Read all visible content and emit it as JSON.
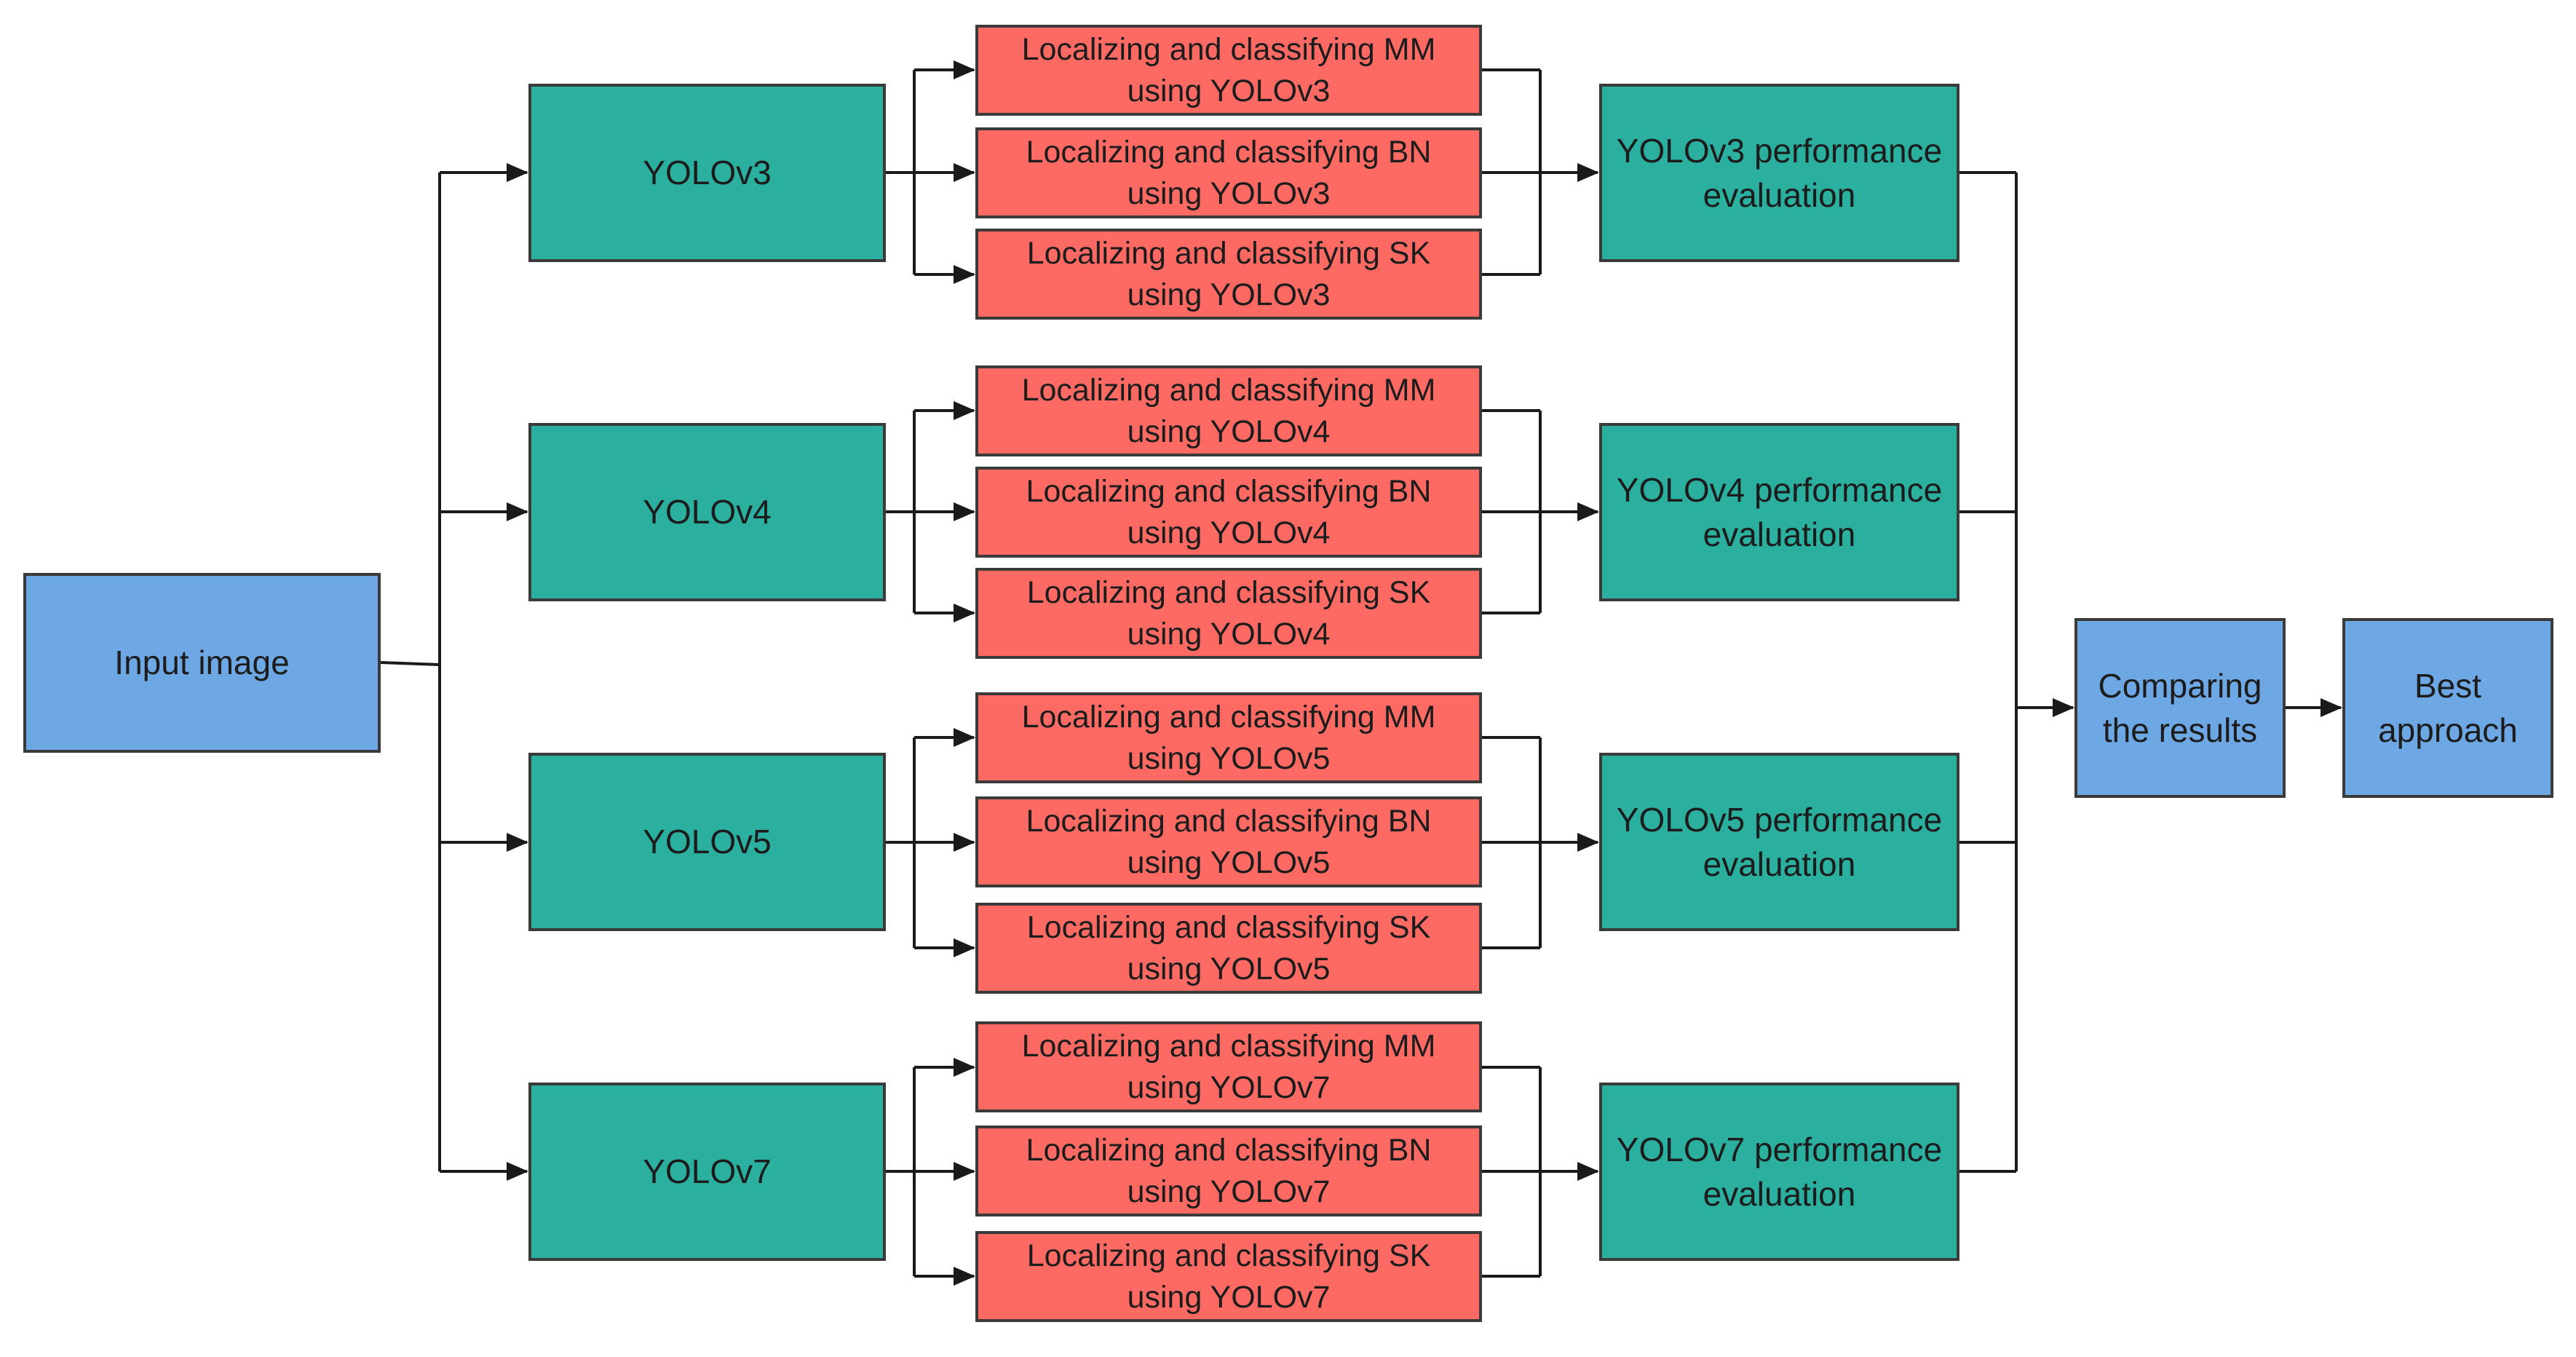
{
  "colors": {
    "input_blue": "#6ea8e4",
    "model_teal": "#2bb0a0",
    "task_red": "#fc6a63",
    "connector": "#1a1a1a"
  },
  "diagram": {
    "input": "Input image",
    "models": [
      {
        "name": "YOLOv3",
        "tasks": [
          "Localizing and classifying MM\nusing YOLOv3",
          "Localizing and classifying BN\nusing YOLOv3",
          "Localizing and classifying SK\nusing YOLOv3"
        ],
        "evaluation": "YOLOv3 performance\nevaluation"
      },
      {
        "name": "YOLOv4",
        "tasks": [
          "Localizing and classifying MM\nusing YOLOv4",
          "Localizing and classifying BN\nusing YOLOv4",
          "Localizing and classifying SK\nusing YOLOv4"
        ],
        "evaluation": "YOLOv4 performance\nevaluation"
      },
      {
        "name": "YOLOv5",
        "tasks": [
          "Localizing and classifying MM\nusing YOLOv5",
          "Localizing and classifying BN\nusing YOLOv5",
          "Localizing and classifying SK\nusing YOLOv5"
        ],
        "evaluation": "YOLOv5 performance\nevaluation"
      },
      {
        "name": "YOLOv7",
        "tasks": [
          "Localizing and classifying MM\nusing YOLOv7",
          "Localizing and classifying BN\nusing YOLOv7",
          "Localizing and classifying SK\nusing YOLOv7"
        ],
        "evaluation": "YOLOv7 performance\nevaluation"
      }
    ],
    "compare": "Comparing\nthe results",
    "result": "Best\napproach"
  }
}
